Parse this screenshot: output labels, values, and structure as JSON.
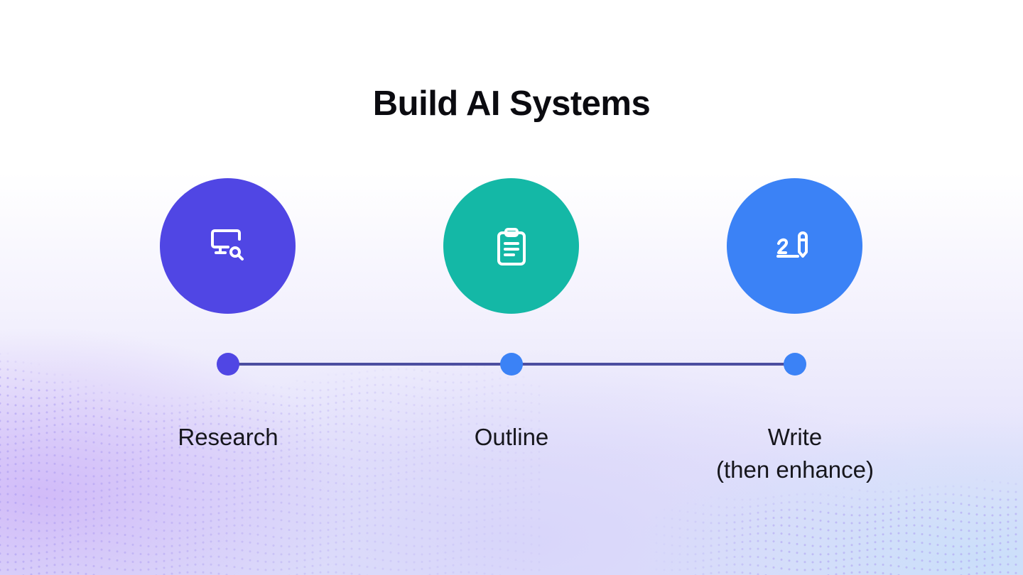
{
  "title": "Build AI Systems",
  "colors": {
    "research": "#5046e4",
    "outline": "#14b8a6",
    "write": "#3b82f6",
    "timeline": "#4c4ea0"
  },
  "steps": [
    {
      "icon": "monitor-search-icon",
      "label_lines": [
        "Research"
      ]
    },
    {
      "icon": "clipboard-list-icon",
      "label_lines": [
        "Outline"
      ]
    },
    {
      "icon": "signature-pen-icon",
      "label_lines": [
        "Write",
        "(then enhance)"
      ]
    }
  ]
}
